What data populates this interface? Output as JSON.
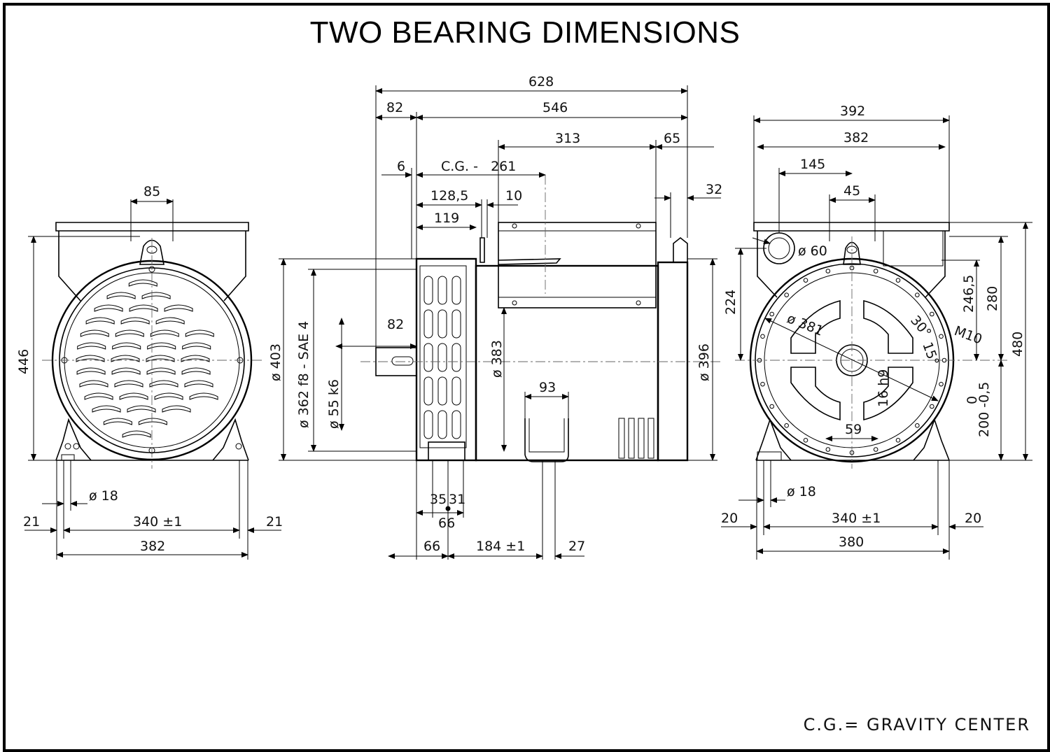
{
  "title": "TWO BEARING DIMENSIONS",
  "footnote": "C.G.= GRAVITY CENTER",
  "front_view": {
    "width_top": "85",
    "height": "446",
    "hole_dia": "ø 18",
    "edge_left": "21",
    "foot_spacing": "340 ±1",
    "edge_right": "21",
    "overall_width": "382"
  },
  "side_view": {
    "overall_length": "628",
    "offset_left": "82",
    "body_length": "546",
    "dim_313": "313",
    "dim_65": "65",
    "dim_6": "6",
    "cg": "C.G. -   261",
    "dim_128": "128,5",
    "dim_10": "10",
    "dim_32": "32",
    "dim_119": "119",
    "shaft_length": "82",
    "dia_403": "ø 403",
    "dia_362": "ø 362  f8 - SAE 4",
    "dia_55": "ø 55  k6",
    "dia_383": "ø 383",
    "dia_396": "ø 396",
    "box_width": "93",
    "dim_35": "35",
    "dim_31": "31",
    "dim_66_a": "66",
    "dim_66_b": "66",
    "dim_184": "184 ±1",
    "dim_27": "27"
  },
  "rear_view": {
    "overall_width": "392",
    "width_382": "382",
    "dim_145": "145",
    "dim_45": "45",
    "dia_60": "ø 60",
    "dia_381": "ø 381",
    "angle_30": "30°",
    "angle_15": "15°",
    "thread": "M10",
    "keyway": "16 h9",
    "dim_59": "59",
    "dim_224": "224",
    "dim_246": "246,5",
    "dim_280": "280",
    "dim_480": "480",
    "shaft_height_tol_upper": "0",
    "shaft_height": "200 -0,5",
    "hole_dia": "ø 18",
    "edge_left": "20",
    "foot_spacing": "340 ±1",
    "edge_right": "20",
    "overall_base": "380"
  }
}
